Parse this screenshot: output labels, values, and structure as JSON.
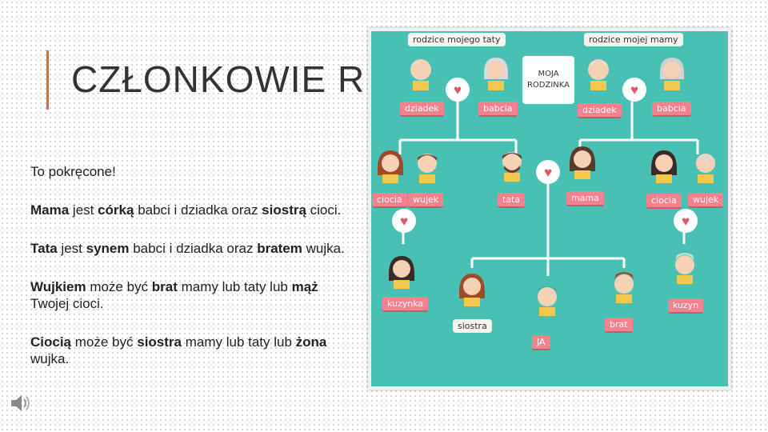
{
  "slide": {
    "title": "CZŁONKOWIE R",
    "intro": "To pokręcone!",
    "paragraphs": [
      [
        {
          "t": "Mama",
          "b": true
        },
        {
          "t": " jest ",
          "b": false
        },
        {
          "t": "córką",
          "b": true
        },
        {
          "t": " babci i dziadka oraz ",
          "b": false
        },
        {
          "t": "siostrą",
          "b": true
        },
        {
          "t": " cioci.",
          "b": false
        }
      ],
      [
        {
          "t": "Tata",
          "b": true
        },
        {
          "t": " jest ",
          "b": false
        },
        {
          "t": "synem",
          "b": true
        },
        {
          "t": " babci i dziadka oraz ",
          "b": false
        },
        {
          "t": "bratem",
          "b": true
        },
        {
          "t": " wujka.",
          "b": false
        }
      ],
      [
        {
          "t": "Wujkiem",
          "b": true
        },
        {
          "t": " może być ",
          "b": false
        },
        {
          "t": "brat",
          "b": true
        },
        {
          "t": " mamy lub taty lub ",
          "b": false
        },
        {
          "t": "mąż",
          "b": true
        },
        {
          "t": " Twojej cioci.",
          "b": false
        }
      ],
      [
        {
          "t": "Ciocią",
          "b": true
        },
        {
          "t": " może być ",
          "b": false
        },
        {
          "t": "siostra",
          "b": true
        },
        {
          "t": " mamy lub taty lub ",
          "b": false
        },
        {
          "t": "żona",
          "b": true
        },
        {
          "t": " wujka.",
          "b": false
        }
      ]
    ],
    "accent_color": "#b5785a",
    "icons": [
      "speaker-icon"
    ]
  },
  "tree": {
    "background_color": "#48c0b3",
    "tag_color": "#f2838e",
    "header_left": "rodzice mojego taty",
    "header_right": "rodzice mojej mamy",
    "center_label_line1": "MOJA",
    "center_label_line2": "RODZINKA",
    "labels": {
      "dziadek_left": "dziadek",
      "babcia_left": "babcia",
      "dziadek_right": "dziadek",
      "babcia_right": "babcia",
      "ciocia_left": "ciocia",
      "wujek_left": "wujek",
      "tata": "tata",
      "mama": "mama",
      "ciocia_right": "ciocia",
      "wujek_right": "wujek",
      "kuzynka": "kuzynka",
      "siostra": "siostra",
      "ja": "JA",
      "brat": "brat",
      "kuzyn": "kuzyn"
    }
  }
}
